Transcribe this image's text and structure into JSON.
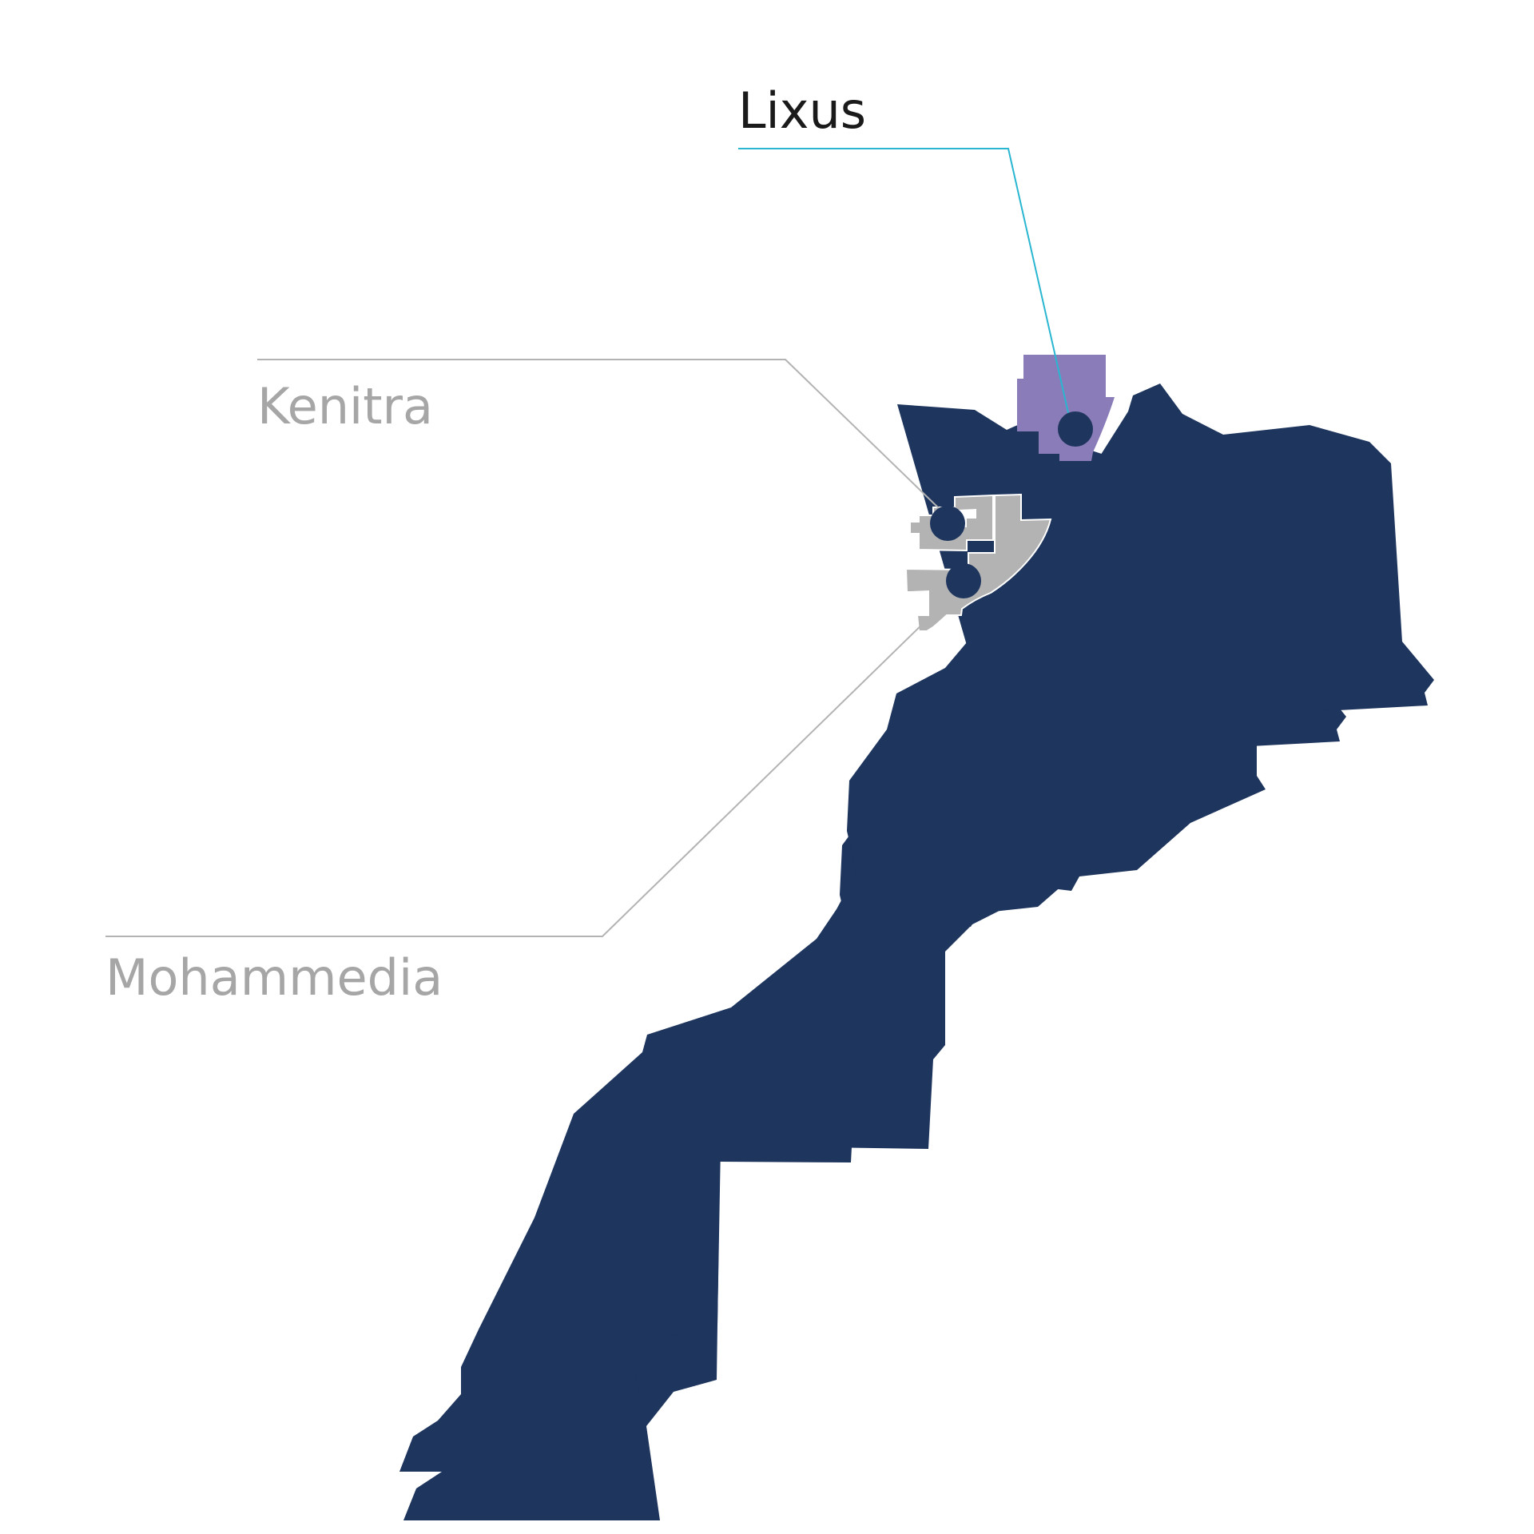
{
  "colors": {
    "background": "#ffffff",
    "country_fill": "#1e355e",
    "lixus_block_fill": "#8a7cb8",
    "kenitra_mohammedia_block_fill": "#b3b3b3",
    "lixus_leader_line": "#29b6d1",
    "grey_leader_line": "#b3b3b3",
    "lixus_label": "#1a1a1a",
    "grey_label": "#a6a6a6",
    "site_marker": "#1e355e"
  },
  "labels": {
    "lixus": "Lixus",
    "kenitra": "Kenitra",
    "mohammedia": "Mohammedia"
  },
  "icons": {
    "site_marker": "filled-circle"
  }
}
